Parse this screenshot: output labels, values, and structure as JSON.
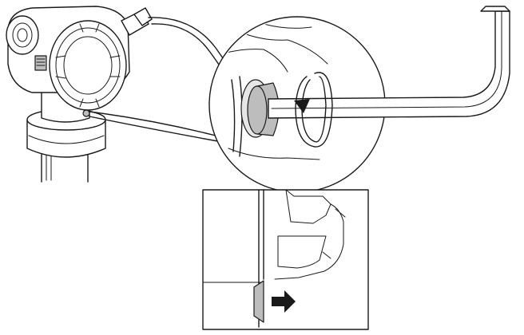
{
  "figure": {
    "panels": [
      {
        "id": "transmitter-overview"
      },
      {
        "id": "magnified-setscrew-detail"
      },
      {
        "id": "bracket-cross-section-detail"
      }
    ],
    "icons": [
      "transmitter-housing",
      "hex-key-wrench",
      "rotation-arrow",
      "direction-arrow-right"
    ],
    "colors": {
      "line": "#1a1a1a",
      "shade": "#bdbdbd",
      "background": "#ffffff"
    }
  }
}
